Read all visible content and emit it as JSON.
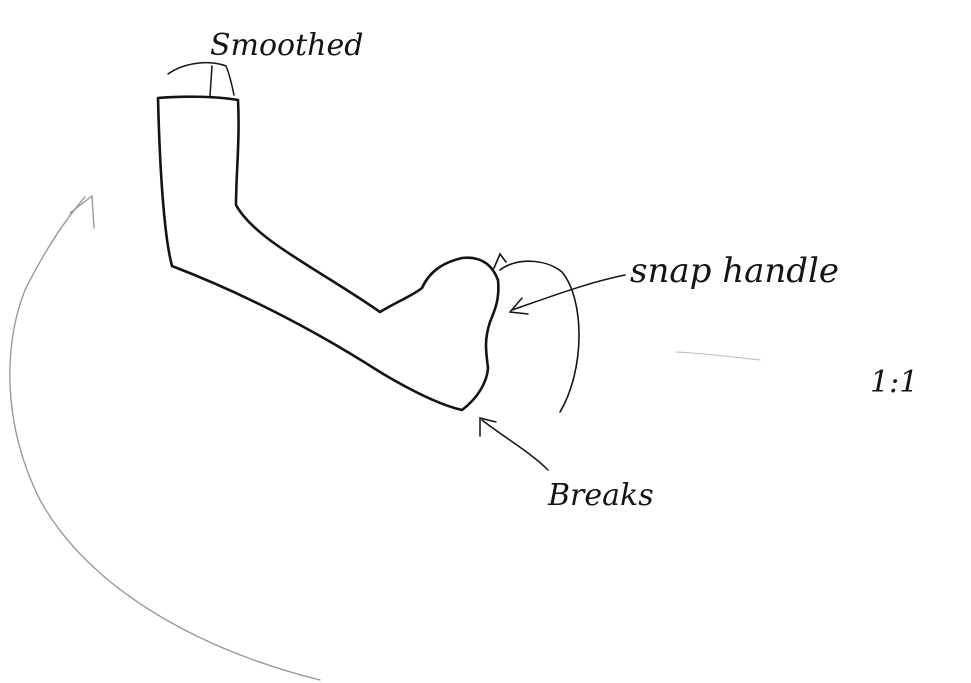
{
  "labels": {
    "smoothed": "Smoothed",
    "snap_handle": "snap handle",
    "breaks": "Breaks",
    "scale": "1:1"
  },
  "colors": {
    "ink": "#141414",
    "faint_ink": "#9a9a9a",
    "paper": "#ffffff"
  }
}
